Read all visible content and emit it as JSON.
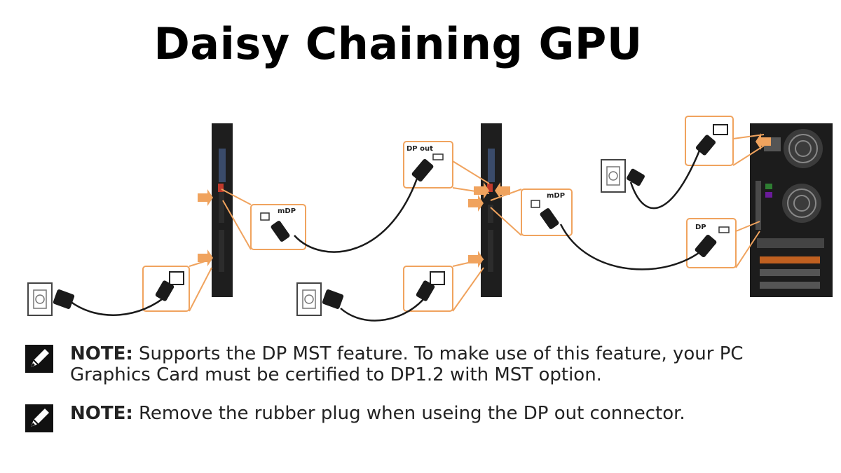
{
  "title": "Daisy Chaining GPU",
  "diagram": {
    "labels": {
      "mdp_left": "mDP",
      "dp_out": "DP out",
      "mdp_right": "mDP",
      "dp_pc": "DP"
    },
    "accent_color": "#f0a35e",
    "icons": [
      "wall-outlet-icon",
      "power-plug-icon",
      "power-inlet-icon",
      "monitor-side-icon",
      "pc-tower-icon",
      "mdp-connector-icon",
      "dp-connector-icon"
    ]
  },
  "notes": [
    {
      "label": "NOTE:",
      "text": "Supports the DP MST feature. To make use of this feature, your PC Graphics Card must be certified to DP1.2 with MST option."
    },
    {
      "label": "NOTE:",
      "text": "Remove the rubber plug when useing the DP out connector."
    }
  ]
}
